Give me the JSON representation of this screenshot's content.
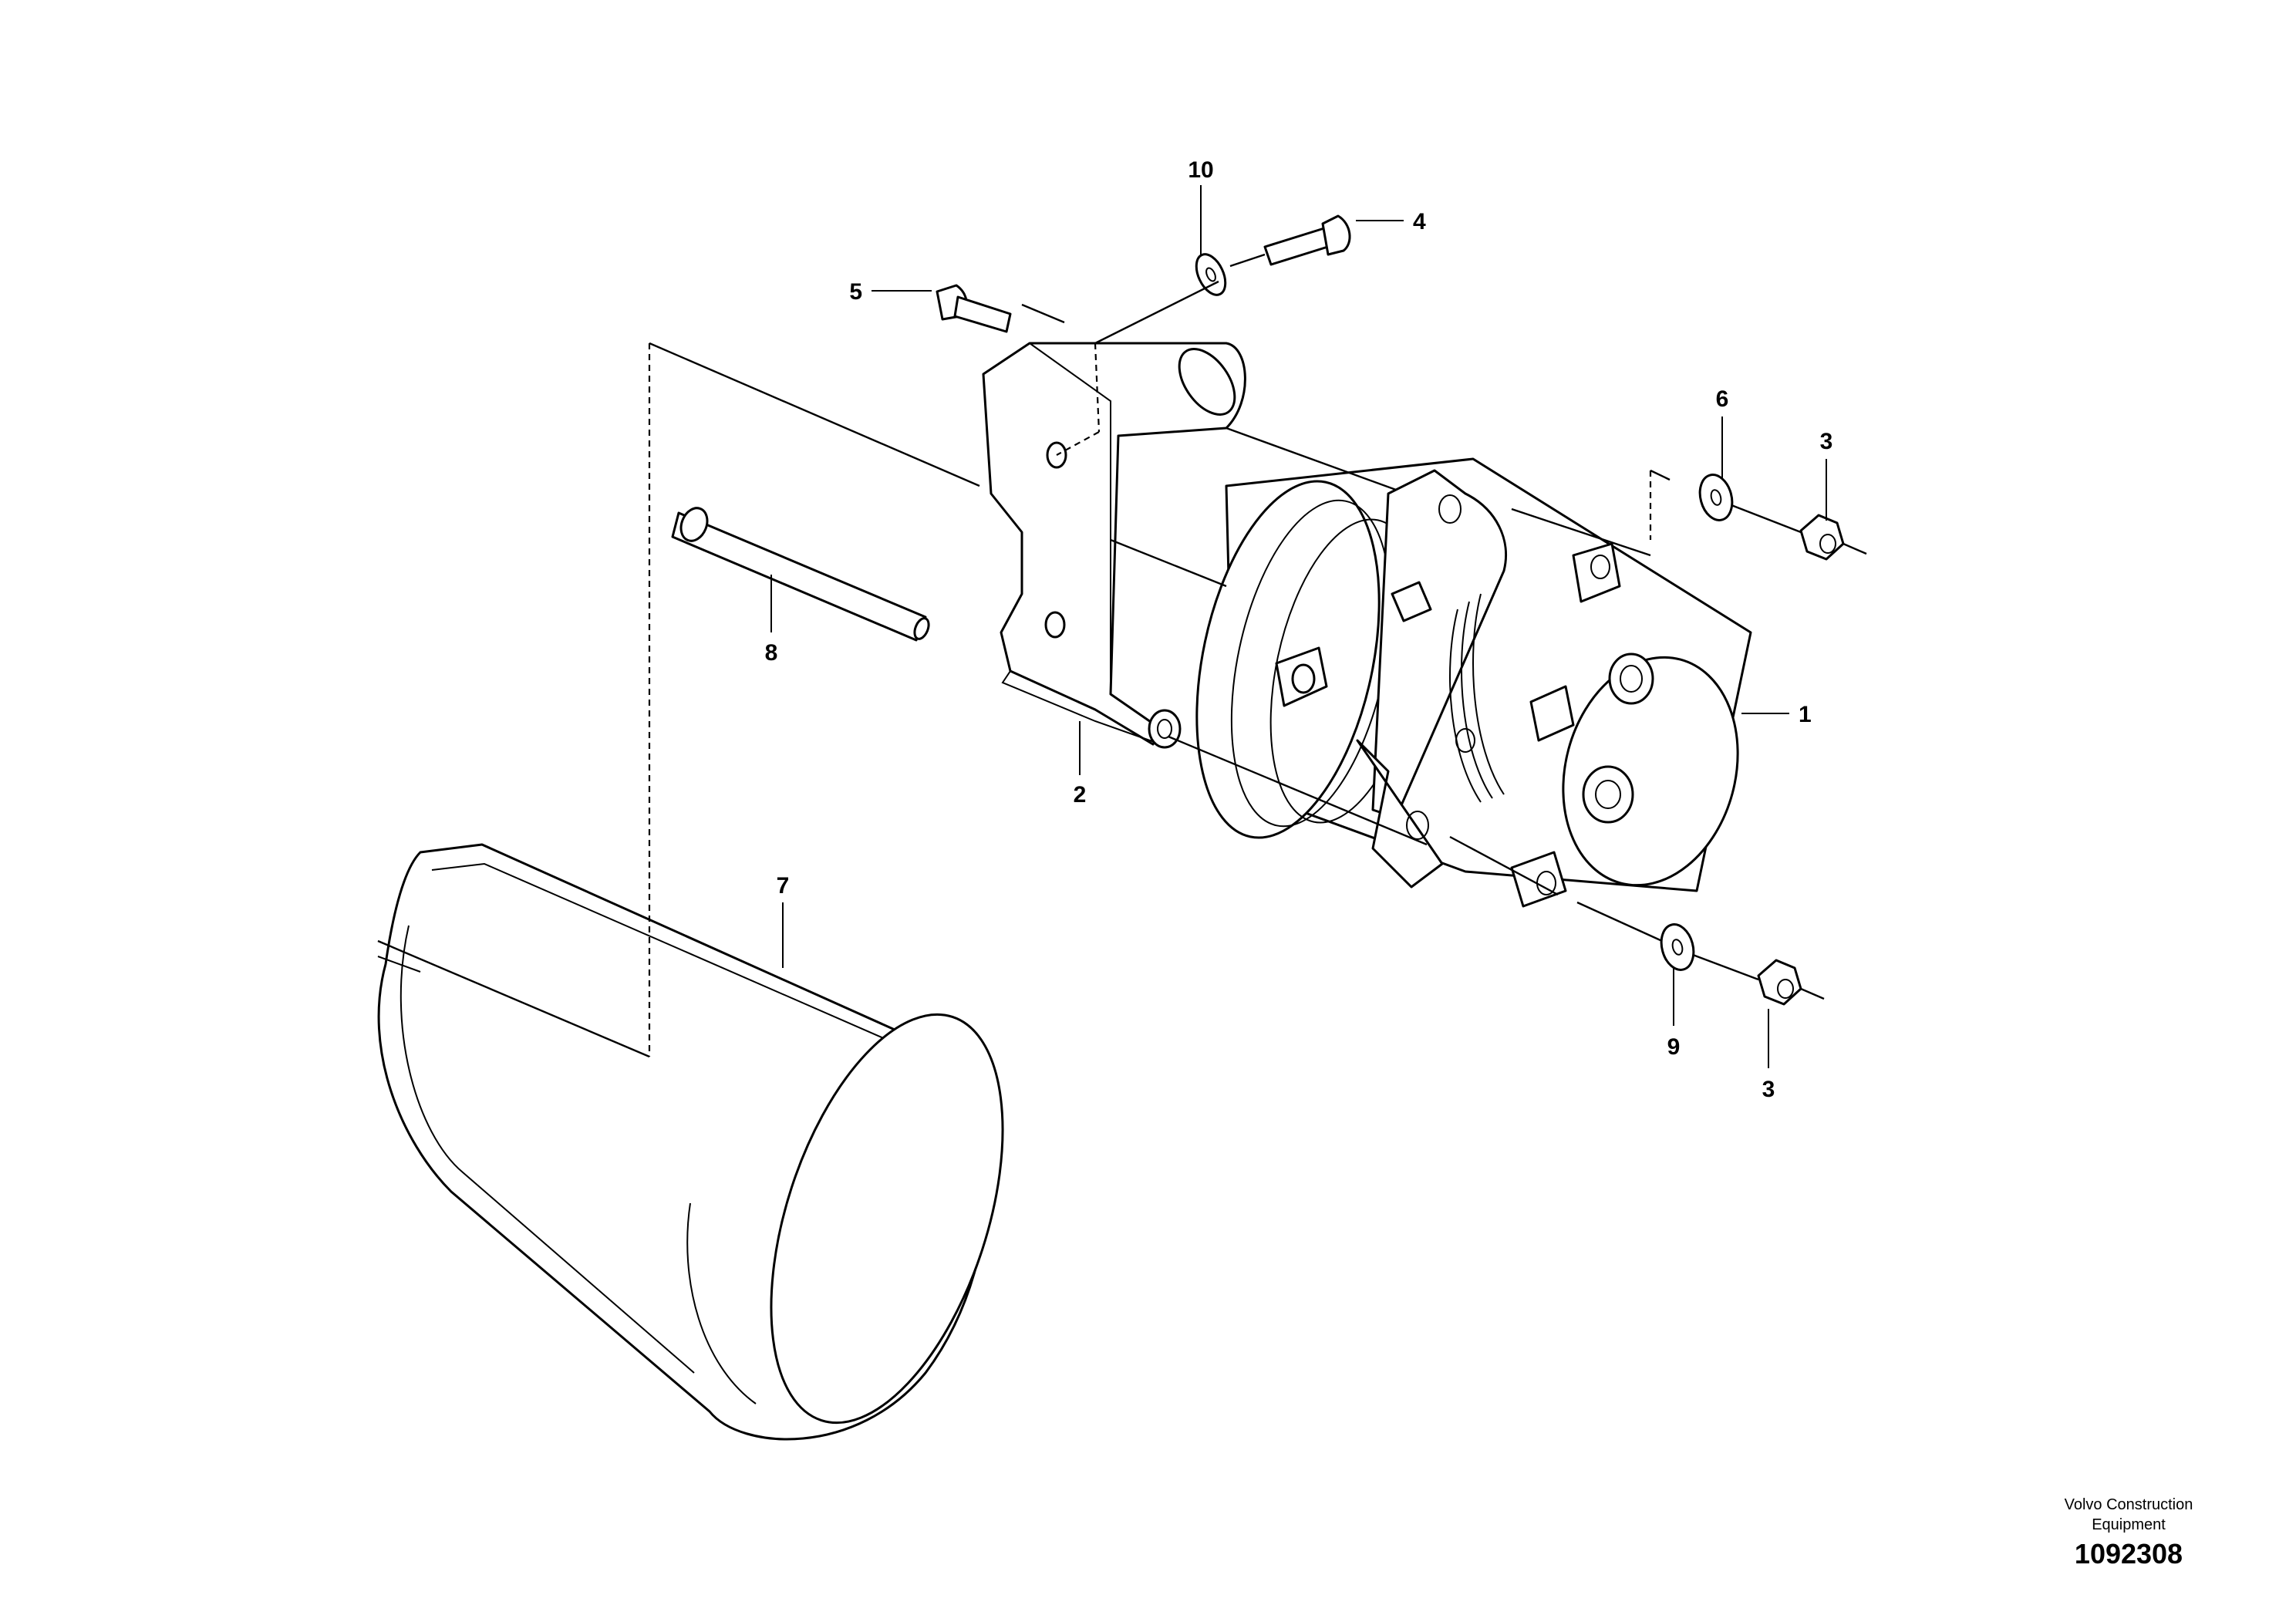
{
  "callouts": {
    "c1": "1",
    "c2": "2",
    "c3a": "3",
    "c3b": "3",
    "c4": "4",
    "c5": "5",
    "c6": "6",
    "c7": "7",
    "c8": "8",
    "c9": "9",
    "c10": "10"
  },
  "branding": {
    "maker_line1": "Volvo Construction",
    "maker_line2": "Equipment",
    "drawing_number": "1092308"
  }
}
